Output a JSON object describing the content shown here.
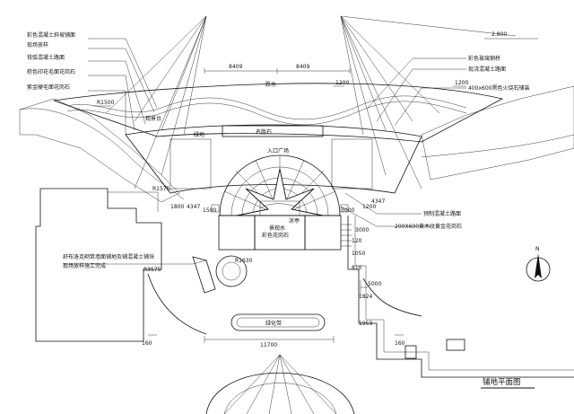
{
  "title": "铺地平面图",
  "elevation": "2.800",
  "north_symbol": "N",
  "left_callouts": [
    "彩色混凝土斜坡铺面",
    "现场放样",
    "铣弧混凝土路面",
    "棕色印花毛面花岗石",
    "紫金硬毛面花岗石"
  ],
  "right_callouts": [
    "彩色玻璃钢桥",
    "现浇混凝土路面",
    "400x600黑色火烧石铺装"
  ],
  "lower_right_callouts": [
    "预制混凝土路面",
    "200X600黄木纹黄金花岗石"
  ],
  "lower_left_note": [
    "舒布洛克砌筑墙面铺地及铺混凝土铺块",
    "现场放样施工完成"
  ],
  "place_labels": {
    "drop_zone": "跌水",
    "viewing_platform": "观景台",
    "stone_wall": "名胜石",
    "entrance_plaza": "入口广场",
    "pavilion": "凉亭",
    "landscape_pool": "景观水",
    "color_paving": "彩色花岗石",
    "green_belt": "绿化带",
    "green": "绿地"
  },
  "dimensions": {
    "top_a": "8409",
    "top_b": "8409",
    "top_left_r": "R1500",
    "r1": "R1575",
    "top_right": "1200",
    "right_1200": "1200",
    "h1": "1800",
    "h2": "4347",
    "h3": "1500",
    "h4": "3000",
    "circle_r": "R1630",
    "r_side": "R3575",
    "bottom_width": "11700",
    "left_160": "160",
    "right_160": "160",
    "v1": "5000",
    "v2": "1824",
    "v3": "1953",
    "v4": "1050",
    "v5": "810",
    "v6": "120",
    "v7": "3000",
    "v8": "1200",
    "v9": "4347"
  }
}
